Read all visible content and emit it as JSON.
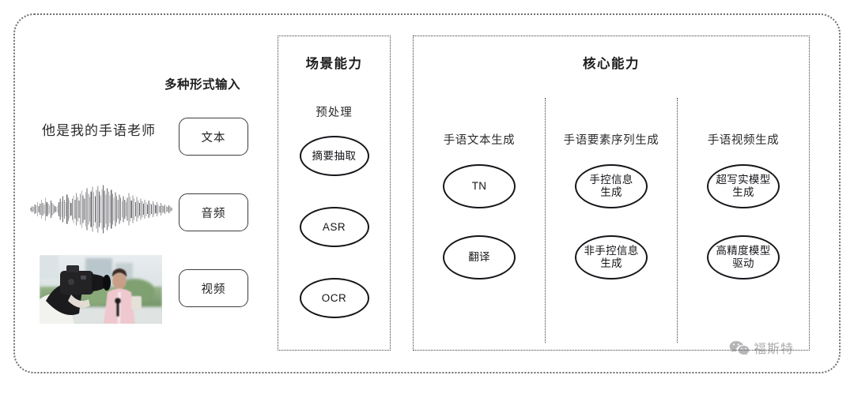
{
  "diagram": {
    "input_panel": {
      "title": "多种形式输入",
      "sample_text": "他是我的手语老师",
      "waveform_name": "audio-waveform",
      "thumbnail_name": "video-thumbnail",
      "modalities": [
        {
          "label": "文本",
          "name": "text"
        },
        {
          "label": "音频",
          "name": "audio"
        },
        {
          "label": "视频",
          "name": "video"
        }
      ]
    },
    "scene_box": {
      "title": "场景能力",
      "subtitle": "预处理",
      "nodes": [
        {
          "label": "摘要抽取"
        },
        {
          "label": "ASR"
        },
        {
          "label": "OCR"
        }
      ]
    },
    "core_box": {
      "title": "核心能力",
      "columns": [
        {
          "title": "手语文本生成",
          "nodes": [
            {
              "line1": "TN",
              "line2": ""
            },
            {
              "line1": "翻译",
              "line2": ""
            }
          ]
        },
        {
          "title": "手语要素序列生成",
          "nodes": [
            {
              "line1": "手控信息",
              "line2": "生成"
            },
            {
              "line1": "非手控信息",
              "line2": "生成"
            }
          ]
        },
        {
          "title": "手语视频生成",
          "nodes": [
            {
              "line1": "超写实模型",
              "line2": "生成"
            },
            {
              "line1": "高精度模型",
              "line2": "驱动"
            }
          ]
        }
      ]
    },
    "watermark": {
      "text": "福斯特",
      "icon": "wechat-icon"
    },
    "colors": {
      "frame": "#6e6e73",
      "box_border": "#3c3c41",
      "node_border": "#15151a",
      "text": "#1d1d1f",
      "background": "#ffffff"
    }
  }
}
